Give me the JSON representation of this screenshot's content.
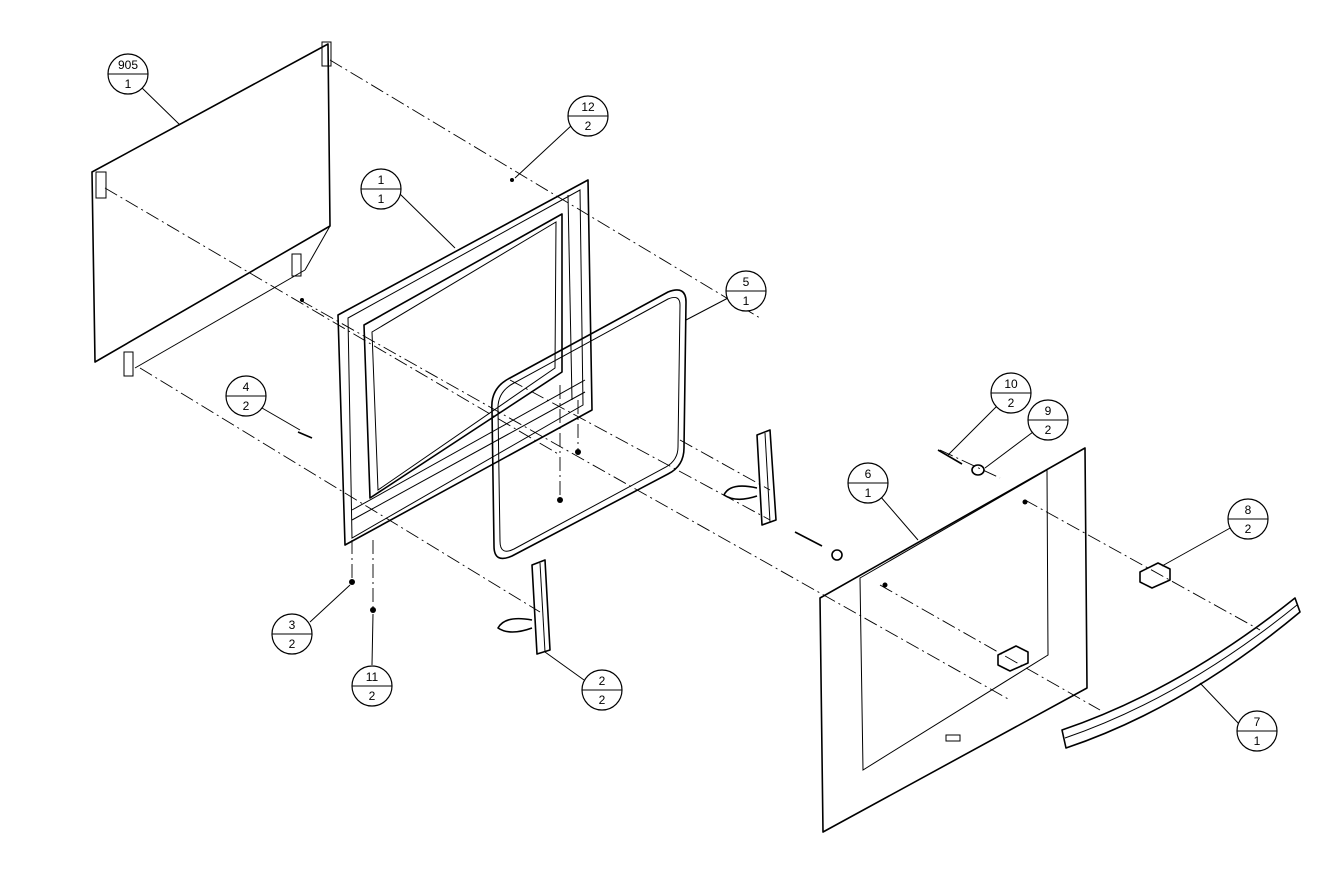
{
  "diagram": {
    "callouts": [
      {
        "id": "905",
        "part": "905",
        "qty": "1"
      },
      {
        "id": "12",
        "part": "12",
        "qty": "2"
      },
      {
        "id": "1",
        "part": "1",
        "qty": "1"
      },
      {
        "id": "5",
        "part": "5",
        "qty": "1"
      },
      {
        "id": "4",
        "part": "4",
        "qty": "2"
      },
      {
        "id": "10",
        "part": "10",
        "qty": "2"
      },
      {
        "id": "9",
        "part": "9",
        "qty": "2"
      },
      {
        "id": "6",
        "part": "6",
        "qty": "1"
      },
      {
        "id": "8",
        "part": "8",
        "qty": "2"
      },
      {
        "id": "3",
        "part": "3",
        "qty": "2"
      },
      {
        "id": "11",
        "part": "11",
        "qty": "2"
      },
      {
        "id": "2",
        "part": "2",
        "qty": "2"
      },
      {
        "id": "7",
        "part": "7",
        "qty": "1"
      }
    ]
  }
}
